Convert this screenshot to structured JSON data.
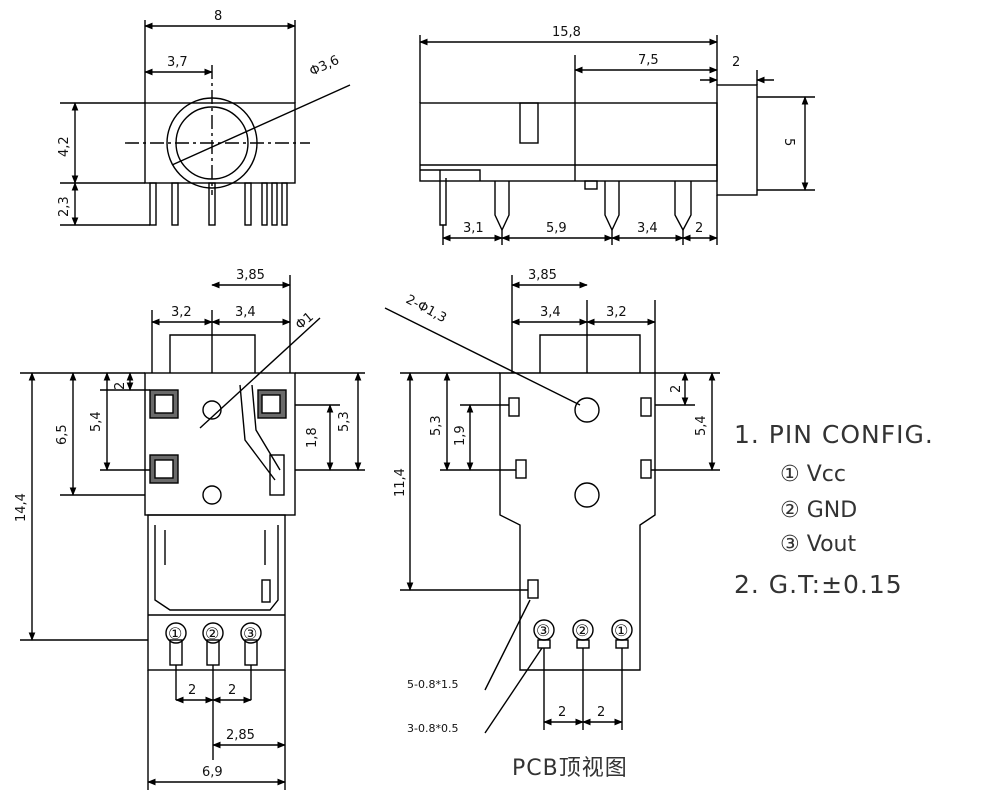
{
  "dims": {
    "top_left": {
      "width_total": "8",
      "axis_offset": "3,7",
      "bore_diameter": "Φ3,6",
      "body_height": "4,2",
      "pin_length": "2,3"
    },
    "top_right": {
      "length_total": "15,8",
      "front_section": "7,5",
      "flange_thickness": "2",
      "flange_height": "5",
      "pin_pitch_1": "3,1",
      "pin_pitch_2": "5,9",
      "pin_pitch_3": "3,4",
      "pin_pitch_4": "2"
    },
    "bottom_left": {
      "hole_offset": "3,85",
      "span_a": "3,2",
      "span_b": "3,4",
      "small_hole": "Φ1",
      "pad_gap": "2",
      "pad_pitch_v": "5,4",
      "hole_pitch_v": "6,5",
      "total_length": "14,4",
      "pin_offset_v": "1,8",
      "pin_pitch_v2": "5,3",
      "bottom_pitch_1": "2",
      "bottom_pitch_2": "2",
      "bottom_offset": "2,85",
      "bottom_width": "6,9"
    },
    "bottom_right": {
      "hole_offset": "3,85",
      "span_a": "3,4",
      "span_b": "3,2",
      "hole_spec": "2-Φ1,3",
      "left_pitch": "5,3",
      "left_gap": "1,9",
      "long_pitch": "11,4",
      "right_gap": "2",
      "right_pitch": "5,4",
      "slot_spec_a": "5-0.8*1.5",
      "slot_spec_b": "3-0.8*0.5",
      "bottom_pitch_1": "2",
      "bottom_pitch_2": "2"
    }
  },
  "pin_markers": {
    "left_view": [
      "①",
      "②",
      "③"
    ],
    "right_view": [
      "③",
      "②",
      "①"
    ]
  },
  "notes": {
    "item1": "1.  PIN  CONFIG.",
    "pins": [
      {
        "symbol": "①",
        "name": "Vcc"
      },
      {
        "symbol": "②",
        "name": "GND"
      },
      {
        "symbol": "③",
        "name": "Vout"
      }
    ],
    "item2": "2.  G.T:±0.15"
  },
  "caption": "PCB顶视图",
  "colors": {
    "line": "#000000",
    "text": "#111111",
    "pad_fill": "#6a6a6a"
  }
}
